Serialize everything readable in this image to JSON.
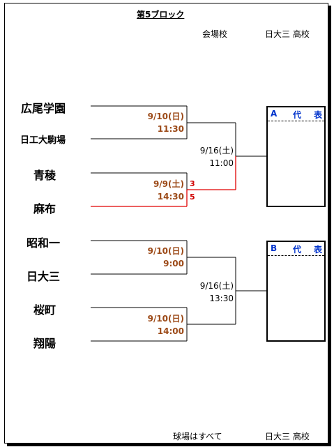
{
  "title": "第5ブロック",
  "venue_label": "会場校",
  "venue_school": "日大三 高校",
  "footer_label": "球場はすべて",
  "footer_school": "日大三 高校",
  "teams": [
    "広尾学園",
    "日工大駒場",
    "青稜",
    "麻布",
    "昭和一",
    "日大三",
    "桜町",
    "翔陽"
  ],
  "matches": [
    {
      "date": "9/10(日)",
      "time": "11:30"
    },
    {
      "date": "9/9(土)",
      "time": "14:30",
      "score_top": "3",
      "score_bottom": "5"
    },
    {
      "date": "9/10(日)",
      "time": "9:00"
    },
    {
      "date": "9/10(日)",
      "time": "14:00"
    }
  ],
  "semifinals": [
    {
      "date": "9/16(土)",
      "time": "11:00"
    },
    {
      "date": "9/16(土)",
      "time": "13:30"
    }
  ],
  "reps": [
    {
      "letter": "A",
      "c1": "代",
      "c2": "表"
    },
    {
      "letter": "B",
      "c1": "代",
      "c2": "表"
    }
  ],
  "colors": {
    "winner_line": "#e00000",
    "date_text": "#9c4a18",
    "rep_label": "#0033cc"
  }
}
